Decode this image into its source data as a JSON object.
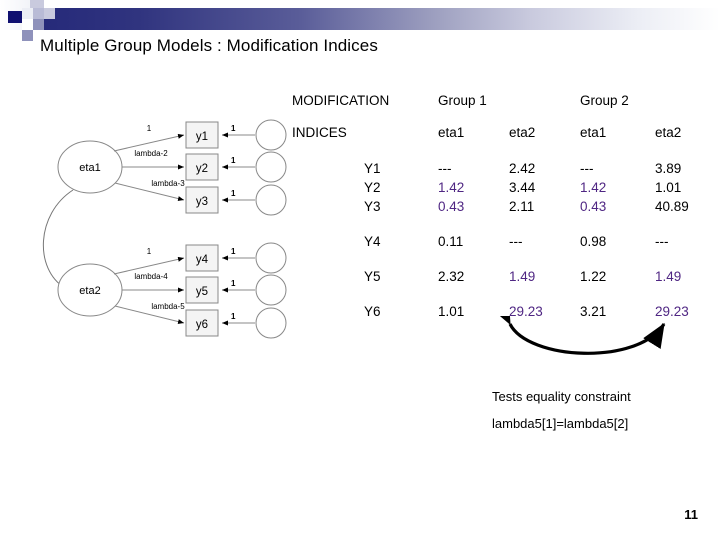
{
  "slide": {
    "title": "Multiple Group Models : Modification Indices",
    "page_number": "11",
    "accent_dark": "#262a7a",
    "accent_light": "#c9cade",
    "highlight_color": "#4f2683"
  },
  "table": {
    "header_line1": {
      "label": "MODIFICATION",
      "group1": "Group 1",
      "group2": "Group 2"
    },
    "header_line2": {
      "label": "INDICES",
      "g1_eta1": "eta1",
      "g1_eta2": "eta2",
      "g2_eta1": "eta1",
      "g2_eta2": "eta2"
    },
    "groups": [
      {
        "rows": [
          {
            "label": "Y1",
            "g1_eta1": "---",
            "g1_eta1_hl": false,
            "g1_eta2": "2.42",
            "g1_eta2_hl": false,
            "g2_eta1": "---",
            "g2_eta1_hl": false,
            "g2_eta2": "3.89",
            "g2_eta2_hl": false
          },
          {
            "label": "Y2",
            "g1_eta1": "1.42",
            "g1_eta1_hl": true,
            "g1_eta2": "3.44",
            "g1_eta2_hl": false,
            "g2_eta1": "1.42",
            "g2_eta1_hl": true,
            "g2_eta2": "1.01",
            "g2_eta2_hl": false
          },
          {
            "label": "Y3",
            "g1_eta1": "0.43",
            "g1_eta1_hl": true,
            "g1_eta2": "2.11",
            "g1_eta2_hl": false,
            "g2_eta1": "0.43",
            "g2_eta1_hl": true,
            "g2_eta2": "40.89",
            "g2_eta2_hl": false
          }
        ]
      },
      {
        "rows": [
          {
            "label": "Y4",
            "g1_eta1": "0.11",
            "g1_eta1_hl": false,
            "g1_eta2": "---",
            "g1_eta2_hl": false,
            "g2_eta1": "0.98",
            "g2_eta1_hl": false,
            "g2_eta2": "---",
            "g2_eta2_hl": false
          }
        ]
      },
      {
        "rows": [
          {
            "label": "Y5",
            "g1_eta1": "2.32",
            "g1_eta1_hl": false,
            "g1_eta2": "1.49",
            "g1_eta2_hl": true,
            "g2_eta1": "1.22",
            "g2_eta1_hl": false,
            "g2_eta2": "1.49",
            "g2_eta2_hl": true
          }
        ]
      },
      {
        "rows": [
          {
            "label": "Y6",
            "g1_eta1": "1.01",
            "g1_eta1_hl": false,
            "g1_eta2": "29.23",
            "g1_eta2_hl": true,
            "g2_eta1": "3.21",
            "g2_eta1_hl": false,
            "g2_eta2": "29.23",
            "g2_eta2_hl": true
          }
        ]
      }
    ]
  },
  "caption": {
    "line1": "Tests equality constraint",
    "line2": "lambda5[1]=lambda5[2]"
  },
  "diagram": {
    "factor1": "eta1",
    "factor2": "eta2",
    "indicators": [
      "y1",
      "y2",
      "y3",
      "y4",
      "y5",
      "y6"
    ],
    "loading_labels_factor1": [
      "1",
      "lambda-2",
      "lambda-3"
    ],
    "loading_labels_factor2": [
      "1",
      "lambda-4",
      "lambda-5"
    ],
    "error_label": "1"
  }
}
